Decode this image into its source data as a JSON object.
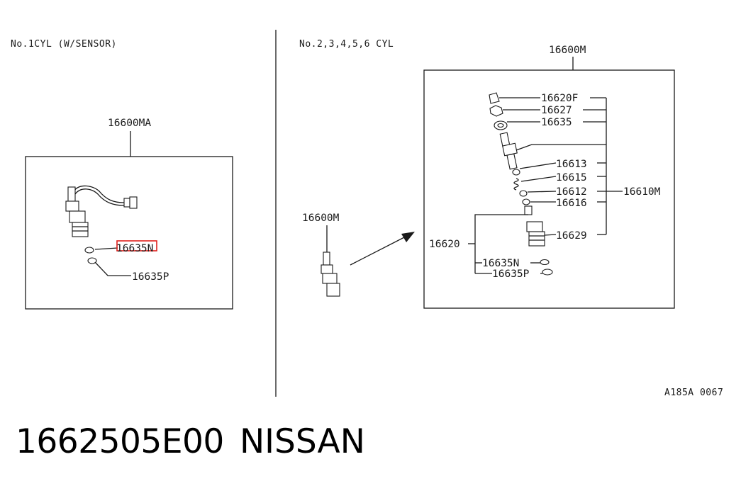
{
  "diagram": {
    "left_header": "No.1CYL (W/SENSOR)",
    "right_header": "No.2,3,4,5,6 CYL",
    "left_box_label": "16600MA",
    "right_box_label": "16600M",
    "loose_part_label": "16600M",
    "left_callouts": {
      "highlighted": "16635N",
      "washer": "16635P"
    },
    "right_callouts": {
      "c1": "16620F",
      "c2": "16627",
      "c3": "16635",
      "c4": "16613",
      "c5": "16615",
      "c6": "16612",
      "c7": "16616",
      "c8": "16629",
      "c9": "16635N",
      "c10": "16635P",
      "group_left": "16620",
      "group_right": "16610M"
    },
    "reference_code": "A185A 0067",
    "highlight_color": "#e0201c"
  },
  "footer": {
    "part_number": "1662505E00",
    "brand": "NISSAN"
  }
}
